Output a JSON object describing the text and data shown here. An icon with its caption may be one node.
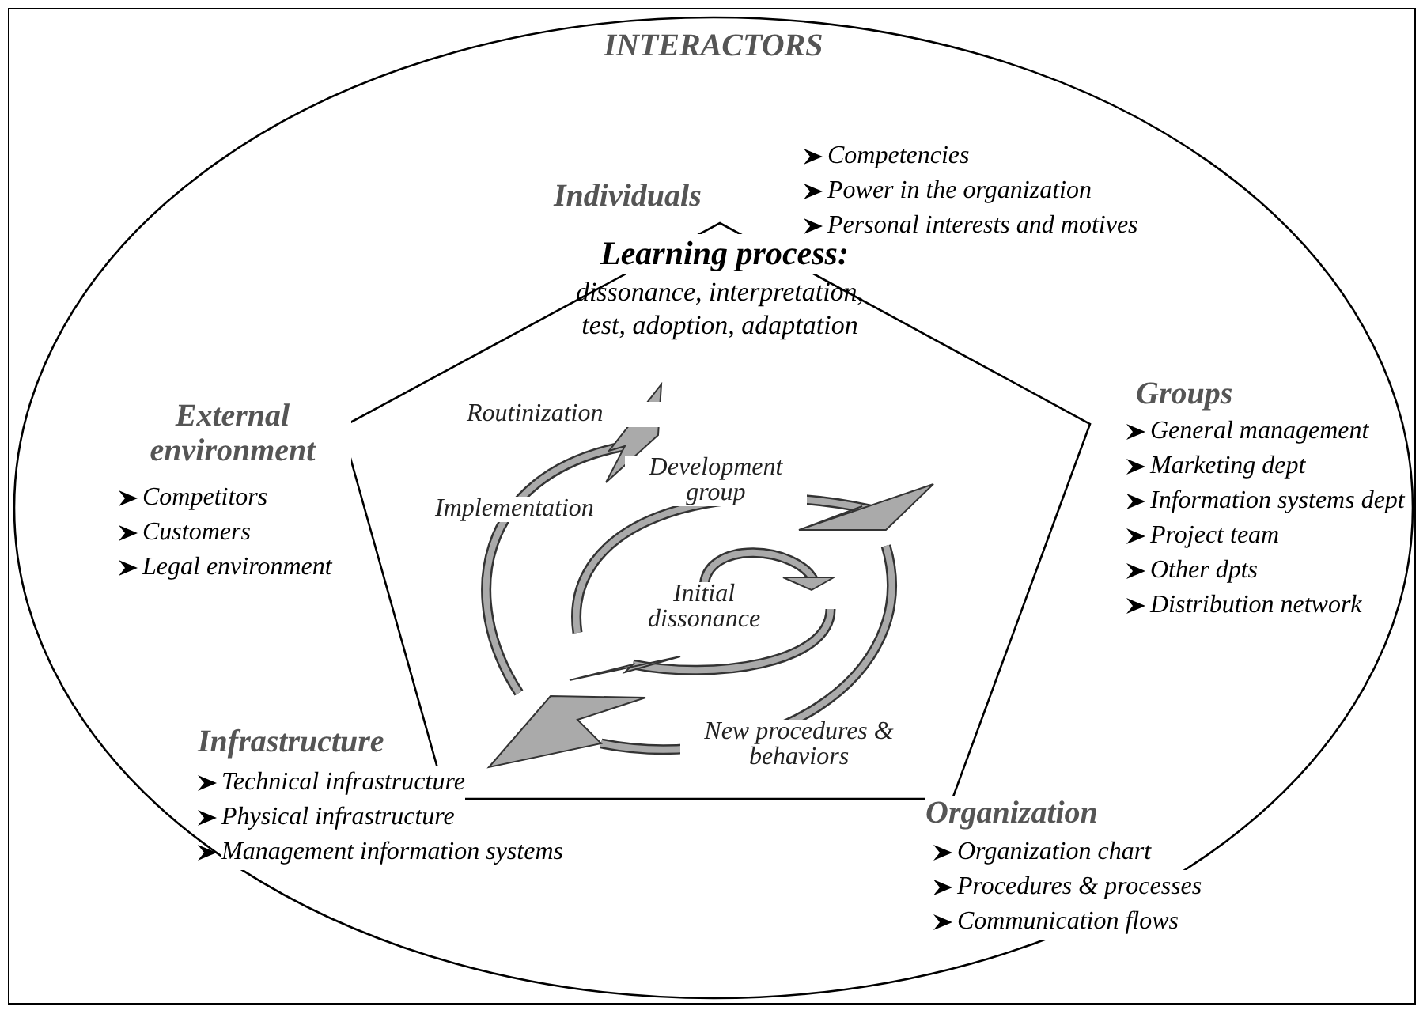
{
  "diagram": {
    "nodes": [
      {
        "text": [
          "INTERACTORS"
        ]
      },
      {
        "text": [
          "Learning process:",
          "dissonance, interpretation, test, adoption, adaptation"
        ],
        "in": 0
      }
    ],
    "labels": [
      "Individuals",
      "Competencies",
      "Power in the organization",
      "Personal interests and motives",
      "External environment",
      "Competitors",
      "Customers",
      "Legal environment",
      "Groups",
      "General management",
      "Marketing dept",
      "Information systems dept",
      "Project team",
      "Other dpts",
      "Distribution network",
      "Routinization",
      "Development group",
      "Implementation",
      "Initial dissonance",
      "New procedures & behaviors",
      "Infrastructure",
      "Technical infrastructure",
      "Physical infrastructure",
      "Management information systems",
      "Organization",
      "Organization chart",
      "Procedures & processes",
      "Communication flows"
    ]
  }
}
